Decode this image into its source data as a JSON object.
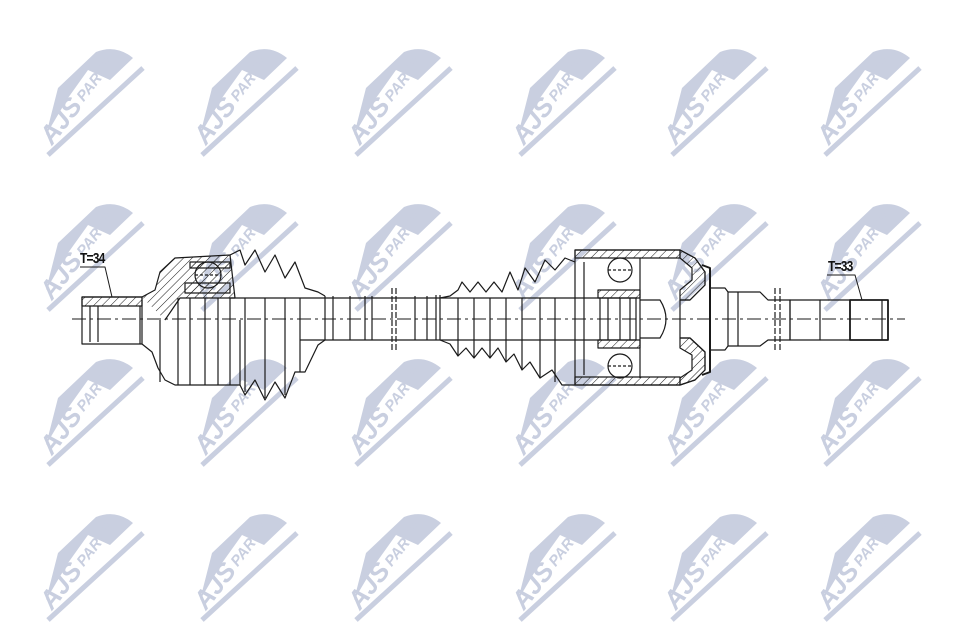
{
  "diagram": {
    "subject": "CV drive shaft (half shaft) technical cross-section drawing",
    "line_color": "#1a1a1a",
    "background": "#ffffff",
    "labels": {
      "outer_joint_teeth": "T=34",
      "inner_joint_teeth": "T=33"
    },
    "components": [
      "outer-cv-joint-housing",
      "outer-splined-stub",
      "outer-ball-cage",
      "outer-boot",
      "intermediate-shaft",
      "inner-boot",
      "inner-tripod-joint-housing",
      "inner-ball-cage",
      "dust-shield",
      "inner-splined-stub"
    ]
  },
  "watermark": {
    "text_main": "AJS",
    "text_sub": "PARTS",
    "color": "#c9cfe0",
    "rows": [
      40,
      195,
      350,
      505
    ],
    "cols": [
      38,
      192,
      346,
      510,
      662,
      815
    ]
  }
}
